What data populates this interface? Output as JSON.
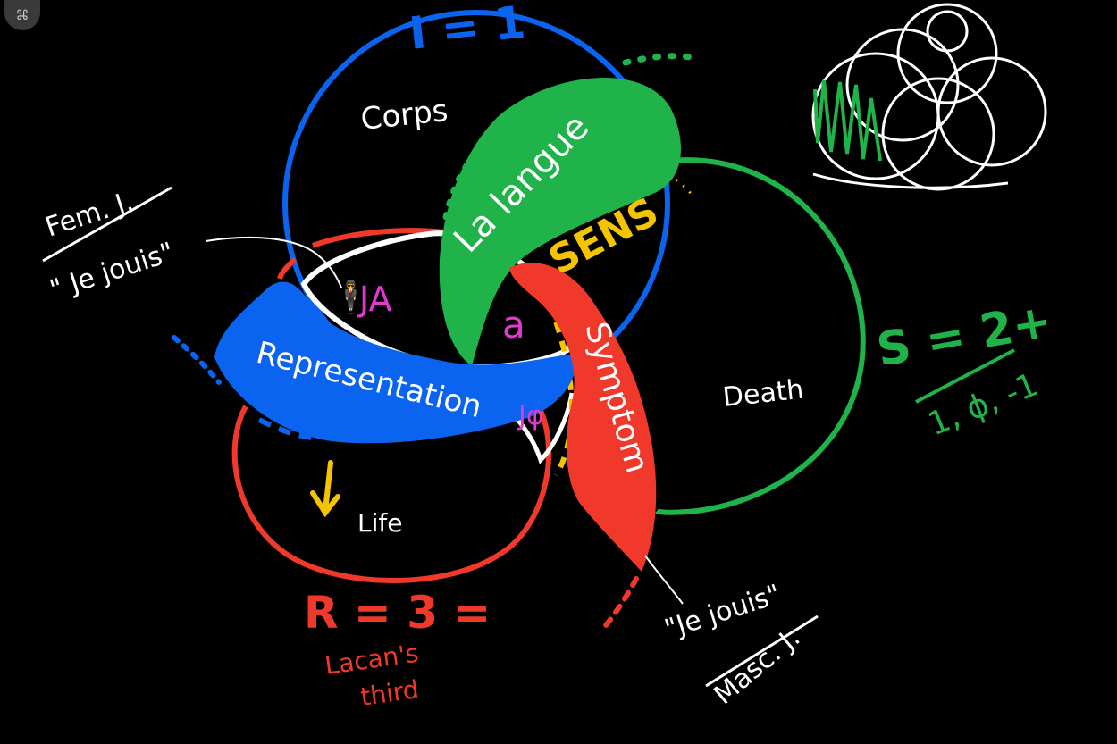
{
  "toolbar": {
    "menu_icon": "⌘"
  },
  "colors": {
    "background": "#000000",
    "imaginary": "#0a64f0",
    "symbolic": "#1fb34a",
    "real": "#f0392b",
    "yellow": "#f5c400",
    "pink": "#e03ad0",
    "white": "#ffffff"
  },
  "rings": {
    "imaginary_label": "I = 1",
    "symbolic_label": "S = 2+",
    "symbolic_values": "1, ϕ, -1",
    "real_label": "R = 3 =",
    "real_caption_1": "Lacan's",
    "real_caption_2": "third"
  },
  "regions": {
    "corps": "Corps",
    "death": "Death",
    "life": "Life",
    "sens": "SENS",
    "ja": "JA",
    "a": "a",
    "jphi": "Jφ"
  },
  "bands": {
    "la_langue": "La langue",
    "representation": "Representation",
    "symptom": "Symptom"
  },
  "annotations": {
    "fem_title": "Fem. J.",
    "fem_quote": "\" Je jouis\"",
    "masc_quote": "\"Je jouis\"",
    "masc_title": "Masc. J."
  }
}
